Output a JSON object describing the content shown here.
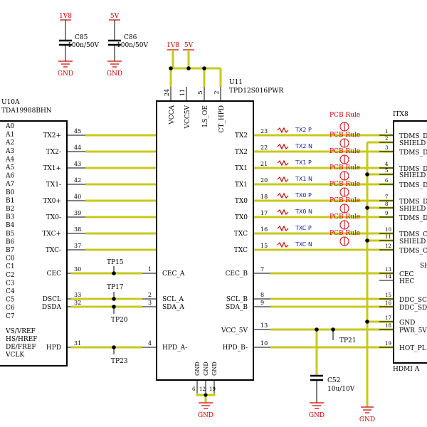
{
  "colors": {
    "wire": "#c8c81e",
    "power": "#cc0000",
    "net_label": "#1a1aa6",
    "outline": "#000000"
  },
  "power": {
    "v1v8": "1V8",
    "v5": "5V",
    "gnd": "GND"
  },
  "caps": {
    "c85": {
      "ref": "C85",
      "value": "100n/50V"
    },
    "c86": {
      "ref": "C86",
      "value": "100n/50V"
    },
    "c52": {
      "ref": "C52",
      "value": "10u/10V"
    }
  },
  "u11": {
    "ref": "U11",
    "part": "TPD12S016PWR",
    "top_pins": [
      {
        "num": "24",
        "name": "VCCA"
      },
      {
        "num": "11",
        "name": "VCC5V"
      },
      {
        "num": "5",
        "name": "LS_OE"
      },
      {
        "num": "2",
        "name": "CT_HPD"
      }
    ],
    "left_pins": [
      {
        "num": "1",
        "name": "CEC_A"
      },
      {
        "num": "2",
        "name": "SCL_A"
      },
      {
        "num": "3",
        "name": "SDA_A"
      },
      {
        "num": "4",
        "name": "HPD_A-"
      }
    ],
    "right_pins": [
      {
        "num": "23",
        "name": "TX2"
      },
      {
        "num": "22",
        "name": "TX2"
      },
      {
        "num": "21",
        "name": "TX1"
      },
      {
        "num": "20",
        "name": "TX1"
      },
      {
        "num": "18",
        "name": "TX0"
      },
      {
        "num": "17",
        "name": "TX0"
      },
      {
        "num": "16",
        "name": "TXC"
      },
      {
        "num": "15",
        "name": "TXC"
      },
      {
        "num": "7",
        "name": "CEC_B"
      },
      {
        "num": "8",
        "name": "SCL_B"
      },
      {
        "num": "9",
        "name": "SDA_B"
      },
      {
        "num": "13",
        "name": "VCC_5V"
      },
      {
        "num": "10",
        "name": "HPD_B-"
      }
    ],
    "bottom_pins": [
      {
        "num": "6",
        "name": "GND"
      },
      {
        "num": "12",
        "name": "GND"
      },
      {
        "num": "19",
        "name": "GND"
      }
    ]
  },
  "u10a": {
    "ref": "U10A",
    "part": "TDA19988BHN",
    "left_labels": [
      "A0",
      "A1",
      "A2",
      "A3",
      "A4",
      "A5",
      "A6",
      "A7",
      "B0",
      "B1",
      "B2",
      "B3",
      "B4",
      "B5",
      "B6",
      "B7",
      "C0",
      "C1",
      "C2",
      "C3",
      "C4",
      "C5",
      "C6",
      "C7",
      "VS/VREF",
      "HS/HREF",
      "DE/FREF",
      "VCLK"
    ],
    "right_pins": [
      {
        "num": "45",
        "name": "TX2+"
      },
      {
        "num": "44",
        "name": "TX2-"
      },
      {
        "num": "43",
        "name": "TX1+"
      },
      {
        "num": "42",
        "name": "TX1-"
      },
      {
        "num": "40",
        "name": "TX0+"
      },
      {
        "num": "39",
        "name": "TX0-"
      },
      {
        "num": "38",
        "name": "TXC+"
      },
      {
        "num": "37",
        "name": "TXC-"
      },
      {
        "num": "30",
        "name": "CEC"
      },
      {
        "num": "33",
        "name": "DSCL"
      },
      {
        "num": "32",
        "name": "DSDA"
      },
      {
        "num": "31",
        "name": "HPD"
      }
    ]
  },
  "itx8": {
    "ref": "ITX8",
    "type": "HDMI A",
    "pins": [
      {
        "num": "1",
        "name": "TDMS_D"
      },
      {
        "num": "2",
        "name": "SHIELD"
      },
      {
        "num": "3",
        "name": "TDMS_D"
      },
      {
        "num": "4",
        "name": "TDMS_D"
      },
      {
        "num": "5",
        "name": "SHIELD"
      },
      {
        "num": "6",
        "name": "TDMS_D"
      },
      {
        "num": "7",
        "name": "TDMS_D"
      },
      {
        "num": "8",
        "name": "SHIELD"
      },
      {
        "num": "9",
        "name": "TDMS_D"
      },
      {
        "num": "10",
        "name": "TDMS_C"
      },
      {
        "num": "11",
        "name": "SHIELD"
      },
      {
        "num": "12",
        "name": "TDMS_C"
      },
      {
        "num": "13",
        "name": "CEC"
      },
      {
        "num": "14",
        "name": "HEC"
      },
      {
        "num": "15",
        "name": "DDC_SC"
      },
      {
        "num": "16",
        "name": "DDC_SD"
      },
      {
        "num": "17",
        "name": "GND"
      },
      {
        "num": "18",
        "name": "PWR_5V"
      },
      {
        "num": "19",
        "name": "HOT_PL"
      }
    ],
    "partial_label": "SH"
  },
  "diff_nets": [
    "TX2_P",
    "TX2_N",
    "TX1_P",
    "TX1_N",
    "TX0_P",
    "TX0_N",
    "TXC_P",
    "TXC_N"
  ],
  "pcb_rule": "PCB Rule",
  "test_points": [
    "TP15",
    "TP17",
    "TP20",
    "TP23",
    "TP21"
  ]
}
